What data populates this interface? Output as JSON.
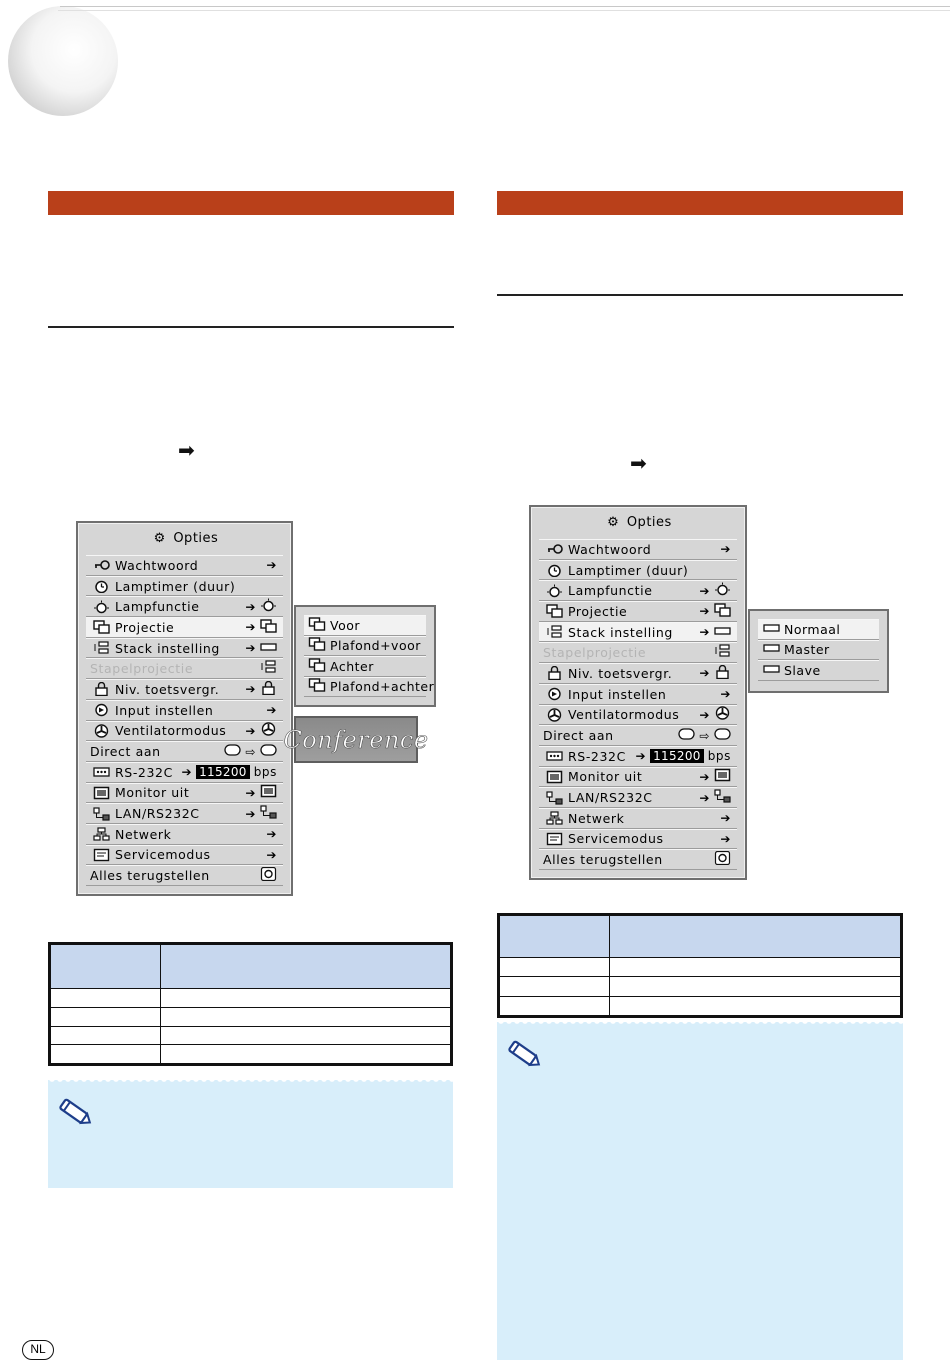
{
  "left_menu": {
    "title": "Opties",
    "items": [
      {
        "icon": "key-icon",
        "label": "Wachtwoord",
        "value": "arrow"
      },
      {
        "icon": "timer-icon",
        "label": "Lamptimer (duur)",
        "value": ""
      },
      {
        "icon": "lamp-icon",
        "label": "Lampfunctie",
        "value": "arrow-lamp"
      },
      {
        "icon": "projection-icon",
        "label": "Projectie",
        "value": "arrow-projection"
      },
      {
        "icon": "stack-icon",
        "label": "Stack instelling",
        "value": "arrow-stack"
      },
      {
        "icon": "",
        "label": "Stapelprojectie",
        "value": "stack"
      },
      {
        "icon": "lock-icon",
        "label": "Niv. toetsvergr.",
        "value": "arrow-lock"
      },
      {
        "icon": "input-icon",
        "label": "Input instellen",
        "value": "arrow"
      },
      {
        "icon": "fan-icon",
        "label": "Ventilatormodus",
        "value": "arrow-fan"
      },
      {
        "icon": "",
        "label": "Direct aan",
        "value": "direct"
      },
      {
        "icon": "rs232-icon",
        "label": "RS-232C",
        "value": "bps"
      },
      {
        "icon": "monitor-icon",
        "label": "Monitor uit",
        "value": "arrow-monitor"
      },
      {
        "icon": "lan-icon",
        "label": "LAN/RS232C",
        "value": "arrow-lan"
      },
      {
        "icon": "network-icon",
        "label": "Netwerk",
        "value": "arrow"
      },
      {
        "icon": "service-icon",
        "label": "Servicemodus",
        "value": "arrow"
      },
      {
        "icon": "",
        "label": "Alles terugstellen",
        "value": "reset"
      }
    ],
    "bps_value": "115200",
    "bps_unit": "bps"
  },
  "left_submenu": [
    "Voor",
    "Plafond+voor",
    "Achter",
    "Plafond+achter"
  ],
  "conference_label": "Conference",
  "right_menu": {
    "title": "Opties",
    "items": [
      {
        "icon": "key-icon",
        "label": "Wachtwoord",
        "value": "arrow"
      },
      {
        "icon": "timer-icon",
        "label": "Lamptimer (duur)",
        "value": ""
      },
      {
        "icon": "lamp-icon",
        "label": "Lampfunctie",
        "value": "arrow-lamp"
      },
      {
        "icon": "projection-icon",
        "label": "Projectie",
        "value": "arrow-projection"
      },
      {
        "icon": "stack-icon",
        "label": "Stack instelling",
        "value": "arrow-stack"
      },
      {
        "icon": "",
        "label": "Stapelprojectie",
        "value": "stack"
      },
      {
        "icon": "lock-icon",
        "label": "Niv. toetsvergr.",
        "value": "arrow-lock"
      },
      {
        "icon": "input-icon",
        "label": "Input instellen",
        "value": "arrow"
      },
      {
        "icon": "fan-icon",
        "label": "Ventilatormodus",
        "value": "arrow-fan"
      },
      {
        "icon": "",
        "label": "Direct aan",
        "value": "direct"
      },
      {
        "icon": "rs232-icon",
        "label": "RS-232C",
        "value": "bps"
      },
      {
        "icon": "monitor-icon",
        "label": "Monitor uit",
        "value": "arrow-monitor"
      },
      {
        "icon": "lan-icon",
        "label": "LAN/RS232C",
        "value": "arrow-lan"
      },
      {
        "icon": "network-icon",
        "label": "Netwerk",
        "value": "arrow"
      },
      {
        "icon": "service-icon",
        "label": "Servicemodus",
        "value": "arrow"
      },
      {
        "icon": "",
        "label": "Alles terugstellen",
        "value": "reset"
      }
    ],
    "bps_value": "115200",
    "bps_unit": "bps"
  },
  "right_submenu": [
    "Normaal",
    "Master",
    "Slave"
  ],
  "page_lang": "NL",
  "colors": {
    "section_bar": "#b9401a",
    "table_header": "#c7d7ee",
    "note_bg": "#d8eefa"
  }
}
